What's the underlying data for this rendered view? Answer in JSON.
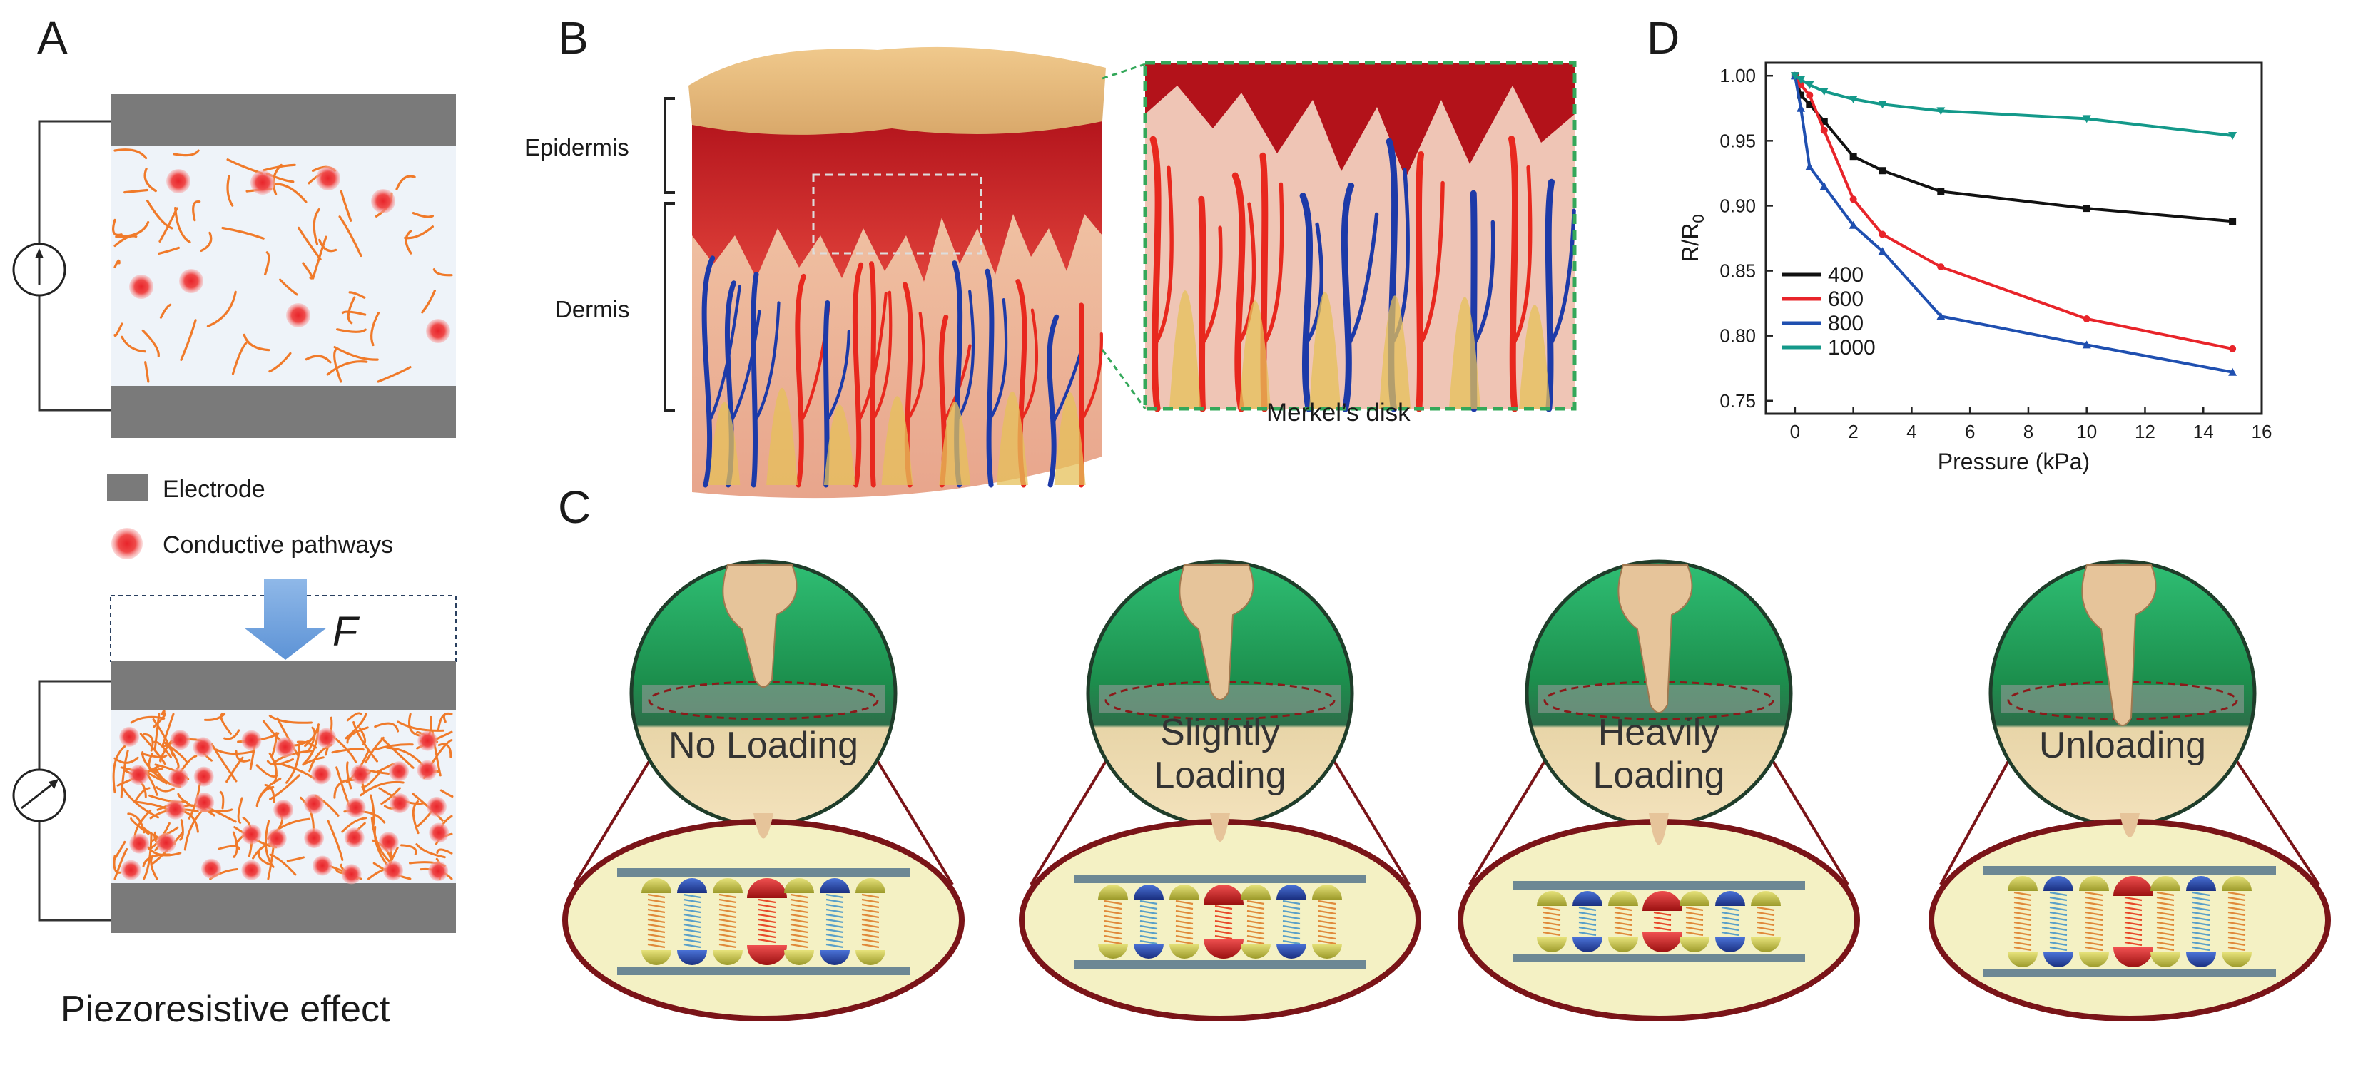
{
  "panels": {
    "a": {
      "letter": "A",
      "legend": {
        "electrode": "Electrode",
        "conductive": "Conductive pathways"
      },
      "force_label": "F",
      "caption": "Piezoresistive effect"
    },
    "b": {
      "letter": "B",
      "layers": {
        "epidermis": "Epidermis",
        "dermis": "Dermis"
      },
      "inset_caption": "Merkel’s disk"
    },
    "c": {
      "letter": "C",
      "states": [
        "No Loading",
        "Slightly Loading",
        "Heavily Loading",
        "Unloading"
      ]
    },
    "d": {
      "letter": "D"
    }
  },
  "colors": {
    "electrode": "#7a7a7a",
    "fiber": "#f07a2a",
    "dot": "#e8242a",
    "circle_green": "#1f8a4c",
    "disk_border": "#7a1418",
    "disk_fill": "#f4f1c4"
  },
  "chart_data": {
    "type": "line",
    "title": "",
    "xlabel": "Pressure (kPa)",
    "ylabel": "R/R",
    "ylabel_sub": "0",
    "xlim": [
      -1,
      16
    ],
    "ylim": [
      0.74,
      1.01
    ],
    "xticks": [
      0,
      2,
      4,
      6,
      8,
      10,
      12,
      14,
      16
    ],
    "yticks": [
      0.75,
      0.8,
      0.85,
      0.9,
      0.95,
      1.0
    ],
    "ytick_labels": [
      "0.75",
      "0.80",
      "0.85",
      "0.90",
      "0.95",
      "1.00"
    ],
    "legend_position": "lower-left",
    "series": [
      {
        "name": "400",
        "color": "#111111",
        "x": [
          0,
          0.2,
          0.5,
          1,
          2,
          3,
          5,
          10,
          15
        ],
        "y": [
          1.0,
          0.985,
          0.978,
          0.965,
          0.938,
          0.927,
          0.911,
          0.898,
          0.888
        ]
      },
      {
        "name": "600",
        "color": "#e8242a",
        "x": [
          0,
          0.2,
          0.5,
          1,
          2,
          3,
          5,
          10,
          15
        ],
        "y": [
          1.0,
          0.993,
          0.985,
          0.958,
          0.905,
          0.878,
          0.853,
          0.813,
          0.79
        ]
      },
      {
        "name": "800",
        "color": "#1f4fb0",
        "x": [
          0,
          0.2,
          0.5,
          1,
          2,
          3,
          5,
          10,
          15
        ],
        "y": [
          1.0,
          0.975,
          0.93,
          0.915,
          0.885,
          0.865,
          0.815,
          0.793,
          0.772
        ]
      },
      {
        "name": "1000",
        "color": "#14998a",
        "x": [
          0,
          0.2,
          0.5,
          1,
          2,
          3,
          5,
          10,
          15
        ],
        "y": [
          1.0,
          0.997,
          0.993,
          0.988,
          0.982,
          0.978,
          0.973,
          0.967,
          0.954
        ]
      }
    ]
  }
}
